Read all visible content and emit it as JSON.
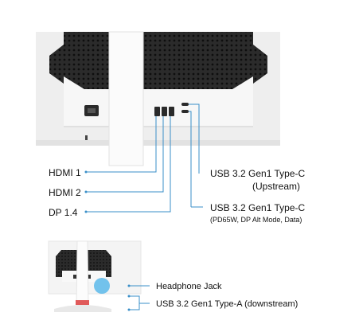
{
  "ports_top": {
    "hdmi1": "HDMI 1",
    "hdmi2": "HDMI 2",
    "dp": "DP 1.4",
    "usbc_up_title": "USB 3.2 Gen1 Type-C",
    "usbc_up_sub": "(Upstream)",
    "usbc_pd_title": "USB 3.2 Gen1 Type-C",
    "usbc_pd_sub": "(PD65W, DP Alt Mode, Data)"
  },
  "ports_bottom": {
    "headphone": "Headphone Jack",
    "usba_down": "USB 3.2 Gen1 Type-A (downstream)"
  },
  "colors": {
    "line_blue": "#3a8fc8",
    "monitor_white": "#f2f2f2",
    "mesh_dark": "#1e1e1e",
    "highlight_blue": "#5bb8ea"
  }
}
